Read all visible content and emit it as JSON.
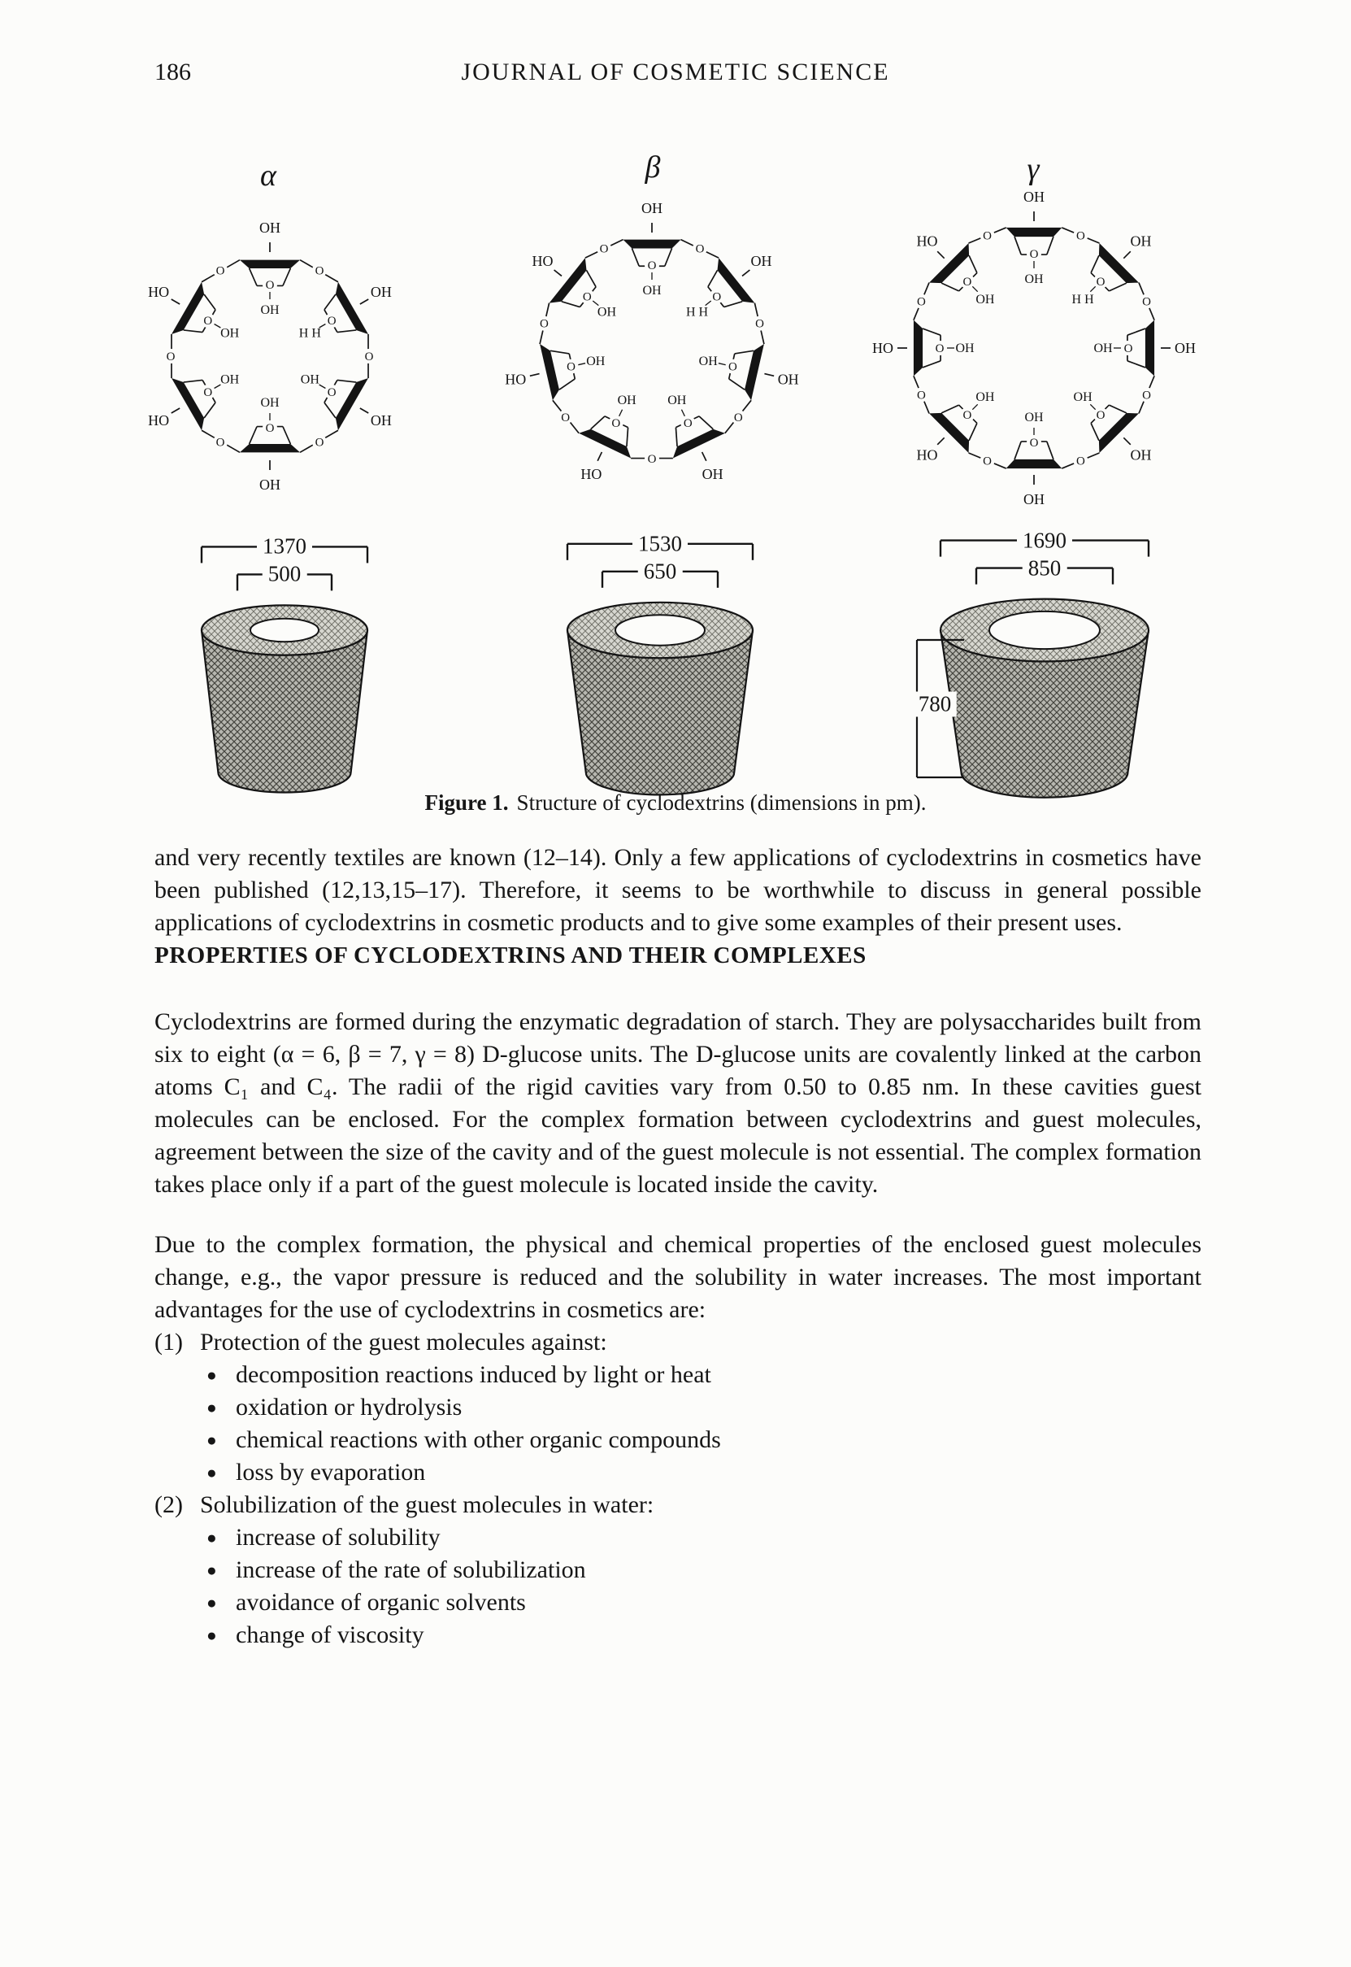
{
  "page": {
    "number": "186",
    "header": "JOURNAL OF COSMETIC SCIENCE"
  },
  "figure": {
    "caption_label": "Figure 1.",
    "caption_text": "Structure of cyclodextrins (dimensions in pm).",
    "structures": [
      {
        "label": "α",
        "units": 6
      },
      {
        "label": "β",
        "units": 7
      },
      {
        "label": "γ",
        "units": 8
      }
    ],
    "cones": [
      {
        "outer": "1370",
        "inner": "500"
      },
      {
        "outer": "1530",
        "inner": "650"
      },
      {
        "outer": "1690",
        "inner": "850",
        "height": "780"
      }
    ]
  },
  "body": {
    "bullet": "●",
    "para1": "and very recently textiles are known (12–14). Only a few applications of cyclodextrins in cosmetics have been published (12,13,15–17). Therefore, it seems to be worthwhile to discuss in general possible applications of cyclodextrins in cosmetic products and to give some examples of their present uses.",
    "heading": "PROPERTIES OF CYCLODEXTRINS AND THEIR COMPLEXES",
    "para2": "Cyclodextrins are formed during the enzymatic degradation of starch. They are polysaccharides built from six to eight (α = 6, β = 7, γ = 8) D-glucose units. The D-glucose units are covalently linked at the carbon atoms C₁ and C₄. The radii of the rigid cavities vary from 0.50 to 0.85 nm. In these cavities guest molecules can be enclosed. For the complex formation between cyclodextrins and guest molecules, agreement between the size of the cavity and of the guest molecule is not essential. The complex formation takes place only if a part of the guest molecule is located inside the cavity.",
    "para3": "Due to the complex formation, the physical and chemical properties of the enclosed guest molecules change, e.g., the vapor pressure is reduced and the solubility in water increases. The most important advantages for the use of cyclodextrins in cosmetics are:",
    "list1_label": "(1)",
    "list1_title": "Protection of the guest molecules against:",
    "list1_items": [
      "decomposition reactions induced by light or heat",
      "oxidation or hydrolysis",
      "chemical reactions with other organic compounds",
      "loss by evaporation"
    ],
    "list2_label": "(2)",
    "list2_title": "Solubilization of the guest molecules in water:",
    "list2_items": [
      "increase of solubility",
      "increase of the rate of solubilization",
      "avoidance of organic solvents",
      "change of viscosity"
    ]
  }
}
